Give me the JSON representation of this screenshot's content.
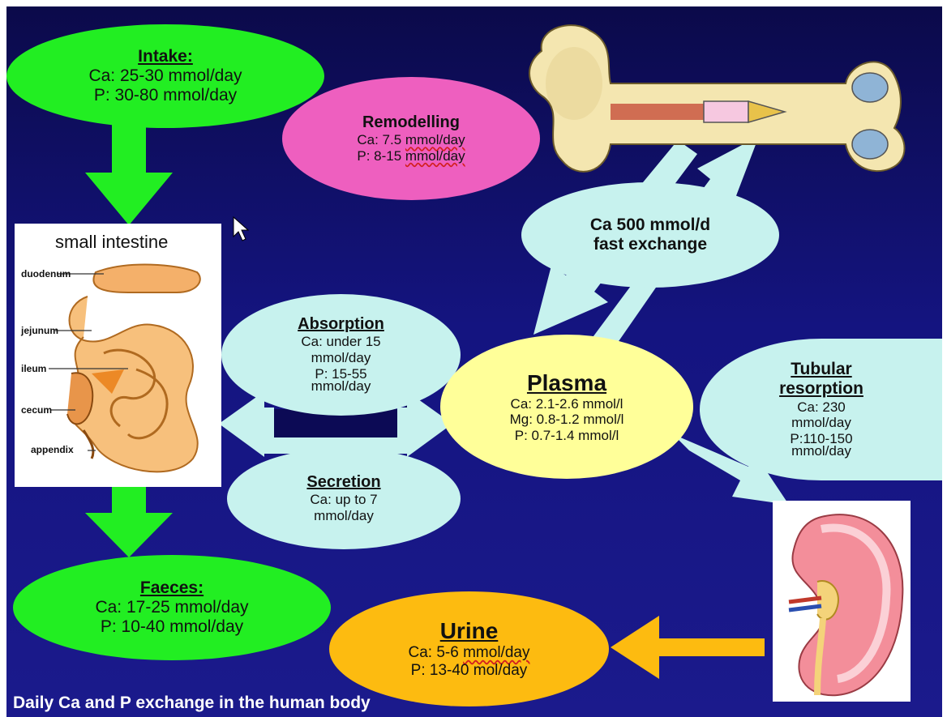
{
  "footer": "Daily  Ca and P exchange  in the human  body",
  "intake": {
    "title": "Intake:",
    "ca": "Ca: 25-30 mmol/day",
    "p": "P: 30-80 mmol/day"
  },
  "remodelling": {
    "title": "Remodelling",
    "ca_label": "Ca: 7.5 ",
    "ca_value": "mmol/day",
    "p_label": "P: 8-15 ",
    "p_value": "mmol/day"
  },
  "fast_exchange": {
    "line1": "Ca 500 mmol/d",
    "line2": "fast exchange"
  },
  "intestine": {
    "title": "small intestine",
    "labels": [
      "duodenum",
      "jejunum",
      "ileum",
      "cecum",
      "appendix"
    ]
  },
  "absorption": {
    "title": "Absorption",
    "line1": "Ca: under 15",
    "line2": "mmol/day",
    "line3": "P: 15-55",
    "line4": "mmol/day"
  },
  "secretion": {
    "title": "Secretion",
    "line1": "Ca: up to 7",
    "line2": "mmol/day"
  },
  "plasma": {
    "title": "Plasma",
    "ca": "Ca: 2.1-2.6  mmol/l",
    "mg": "Mg:  0.8-1.2  mmol/l",
    "p": "P:  0.7-1.4  mmol/l"
  },
  "tubular": {
    "title1": "Tubular",
    "title2": "resorption",
    "line1": "Ca:  230",
    "line2": "mmol/day",
    "line3": "P:110-150",
    "line4": "mmol/day"
  },
  "faeces": {
    "title": "Faeces:",
    "ca": "Ca: 17-25 mmol/day",
    "p": "P: 10-40 mmol/day"
  },
  "urine": {
    "title": "Urine",
    "ca_label": "Ca: 5-6 ",
    "ca_value": "mmol/day",
    "p": "P: 13-40 mol/day"
  },
  "colors": {
    "green": "#22ee22",
    "pink": "#ee5fbf",
    "cyan": "#c7f2ee",
    "yellow": "#ffff99",
    "orange": "#fdbb10",
    "background": "#141480"
  }
}
